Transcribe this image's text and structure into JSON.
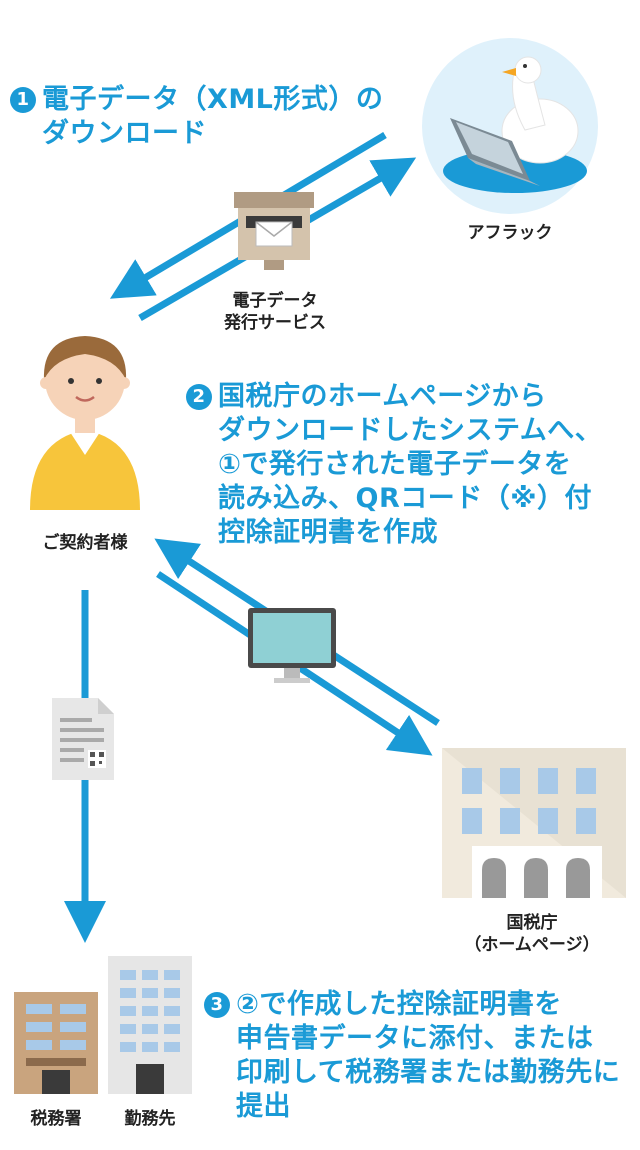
{
  "step1": {
    "num": "1",
    "lines": [
      "電子データ（XML形式）の",
      "ダウンロード"
    ]
  },
  "step2": {
    "num": "2",
    "lines": [
      "国税庁のホームページから",
      "ダウンロードしたシステムへ、",
      "①で発行された電子データを",
      "読み込み、QRコード（※）付",
      "控除証明書を作成"
    ]
  },
  "step3": {
    "num": "3",
    "lines": [
      "②で作成した控除証明書を",
      "申告書データに添付、または",
      "印刷して税務署または勤務先に",
      "提出"
    ]
  },
  "labels": {
    "aflac": "アフラック",
    "service_line1": "電子データ",
    "service_line2": "発行サービス",
    "customer": "ご契約者様",
    "nta_line1": "国税庁",
    "nta_line2": "（ホームページ）",
    "tax_office": "税務署",
    "workplace": "勤務先"
  },
  "colors": {
    "accent": "#1a9ad6",
    "arrow": "#1a9ad6"
  }
}
